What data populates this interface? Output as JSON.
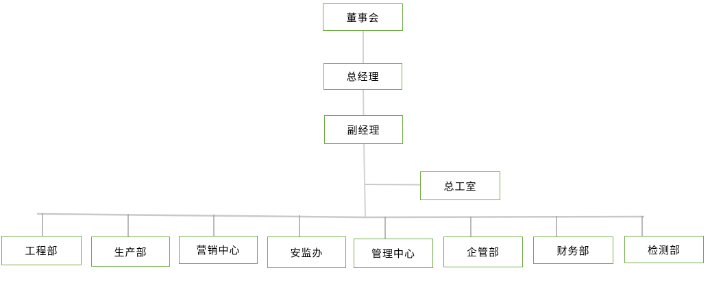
{
  "diagram": {
    "type": "org-chart",
    "background_color": "#FFFFFF",
    "box_border_color": "#70AD47",
    "box_fill_color": "#FFFFFF",
    "text_color": "#000000",
    "trunk_connector_color": "#D2D2D2",
    "bus_connector_color": "#C9C9C9",
    "drop_connector_color": "#A3A3A3"
  },
  "nodes": {
    "level1": {
      "label": "董事会"
    },
    "level2": {
      "label": "总经理"
    },
    "level3": {
      "label": "副经理"
    },
    "staff_office": {
      "label": "总工室"
    },
    "departments": [
      {
        "label": "工程部"
      },
      {
        "label": "生产部"
      },
      {
        "label": "营销中心"
      },
      {
        "label": "安监办"
      },
      {
        "label": "管理中心"
      },
      {
        "label": "企管部"
      },
      {
        "label": "财务部"
      },
      {
        "label": "检测部"
      }
    ]
  },
  "hierarchy": [
    {
      "parent": "董事会",
      "children": [
        "总经理"
      ]
    },
    {
      "parent": "总经理",
      "children": [
        "副经理"
      ]
    },
    {
      "parent": "副经理",
      "children": [
        "总工室",
        "工程部",
        "生产部",
        "营销中心",
        "安监办",
        "管理中心",
        "企管部",
        "财务部",
        "检测部"
      ]
    }
  ]
}
